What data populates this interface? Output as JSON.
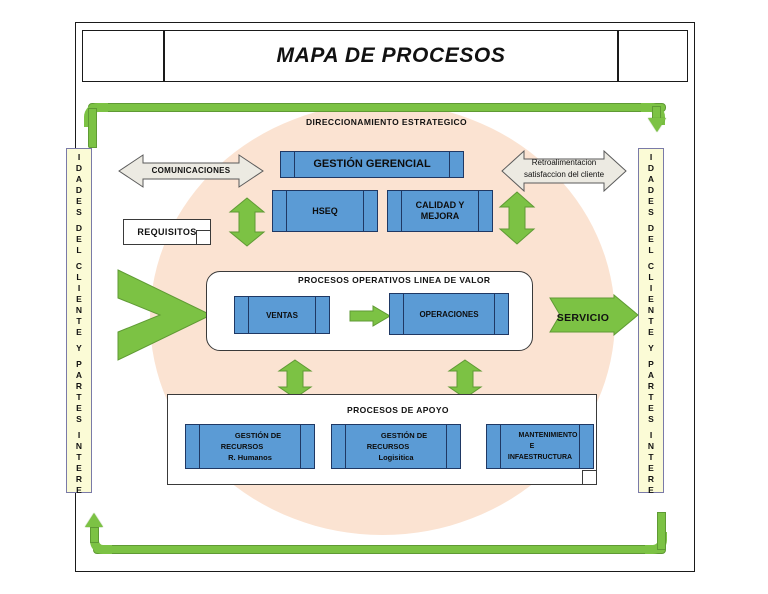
{
  "header": {
    "title": "MAPA DE PROCESOS",
    "left_cell": "",
    "right_cell": ""
  },
  "sidebars": {
    "left_label": "IDADES DEL CLIENTE Y PARTES INTERE",
    "right_label": "IDADES DEL CLIENTE Y PARTES INTERE",
    "left_lines": [
      "I",
      "D",
      "A",
      "D",
      "E",
      "S",
      "",
      "D",
      "E",
      "L",
      "",
      "C",
      "L",
      "I",
      "E",
      "N",
      "T",
      "E",
      "",
      "Y",
      "",
      "P",
      "A",
      "R",
      "T",
      "E",
      "S",
      "",
      "I",
      "N",
      "T",
      "E",
      "R",
      "E"
    ],
    "right_lines": [
      "I",
      "D",
      "A",
      "D",
      "E",
      "S",
      "",
      "D",
      "E",
      "L",
      "",
      "C",
      "L",
      "I",
      "E",
      "N",
      "T",
      "E",
      "",
      "Y",
      "",
      "P",
      "A",
      "R",
      "T",
      "E",
      "S",
      "",
      "I",
      "N",
      "T",
      "E",
      "R",
      "E"
    ]
  },
  "bands": {
    "strategic": "DIRECCIONAMIENTO ESTRATEGICO",
    "operative": "PROCESOS OPERATIVOS LINEA DE VALOR",
    "support": "PROCESOS DE APOYO"
  },
  "strategic_processes": [
    {
      "label": "GESTIÓN GERENCIAL"
    },
    {
      "label": "HSEQ"
    },
    {
      "label": "CALIDAD Y MEJORA"
    }
  ],
  "operative_processes": [
    {
      "label": "VENTAS"
    },
    {
      "label": "OPERACIONES"
    }
  ],
  "support_processes": [
    {
      "line1": "GESTIÓN DE RECURSOS",
      "line2": "R. Humanos"
    },
    {
      "line1": "GESTIÓN DE RECURSOS",
      "line2": "Logisitica"
    },
    {
      "line1": "MANTENIMIENTO E",
      "line2": "INFAESTRUCTURA"
    }
  ],
  "arrows": {
    "comunicaciones": "COMUNICACIONES",
    "retroalimentacion_line1": "Retroalimentacion",
    "retroalimentacion_line2": "satisfaccion del cliente",
    "servicio": "SERVICIO"
  },
  "requisitos": "REQUISITOS",
  "colors": {
    "process_blue": "#5b9bd5",
    "process_border": "#1f3864",
    "loop_green": "#7cc244",
    "ellipse_peach": "#fbe3d2",
    "sidebar_yellow": "#fbfbd6",
    "gray_arrow": "#eceae2"
  }
}
